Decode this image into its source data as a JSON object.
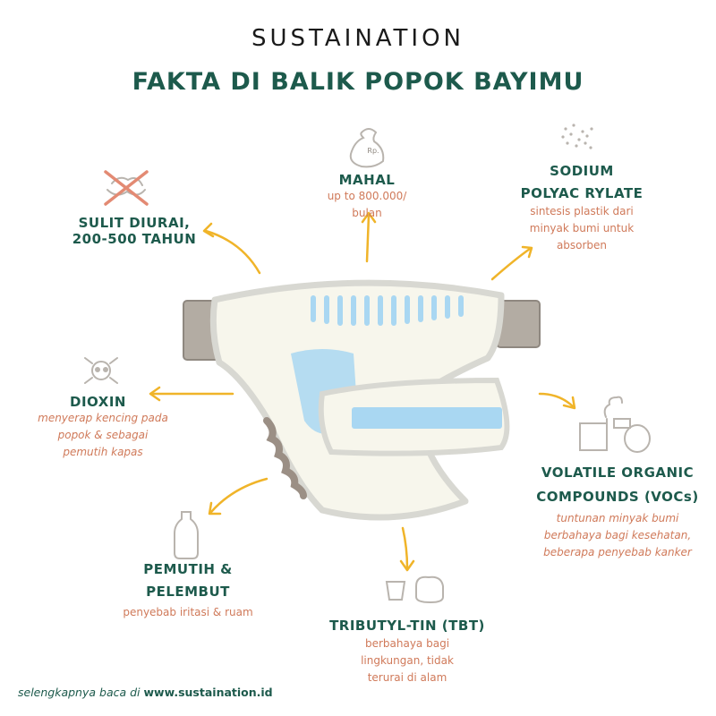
{
  "brand": "SUSTAINATION",
  "title": "FAKTA DI BALIK POPOK BAYIMU",
  "facts": [
    {
      "heading": "SULIT DIURAI,",
      "heading2": "200-500 TAHUN",
      "desc": []
    },
    {
      "heading": "MAHAL",
      "heading2": "",
      "desc": [
        "up to 800.000/",
        "bulan"
      ],
      "icon_label": "Rp."
    },
    {
      "heading": "SODIUM",
      "heading2": "POLYAC RYLATE",
      "desc": [
        "sintesis plastik dari",
        "minyak bumi untuk",
        "absorben"
      ]
    },
    {
      "heading": "DIOXIN",
      "heading2": "",
      "desc": [
        "menyerap kencing pada",
        "popok & sebagai",
        "pemutih kapas"
      ]
    },
    {
      "heading": "VOLATILE ORGANIC",
      "heading2": "COMPOUNDS (VOCs)",
      "desc": [
        "tuntunan minyak bumi",
        "berbahaya bagi kesehatan,",
        "beberapa penyebab kanker"
      ]
    },
    {
      "heading": "PEMUTIH &",
      "heading2": "PELEMBUT",
      "desc": [
        "penyebab iritasi & ruam"
      ]
    },
    {
      "heading": "TRIBUTYL-TIN (TBT)",
      "heading2": "",
      "desc": [
        "berbahaya bagi",
        "lingkungan, tidak",
        "terurai di alam"
      ]
    }
  ],
  "footer": {
    "prefix": "selengkapnya baca di ",
    "url": "www.sustaination.id"
  },
  "colors": {
    "heading": "#1d5a4c",
    "desc": "#d07a5a",
    "arrow": "#f0b429",
    "diaper_blue": "#a9d7f2"
  }
}
